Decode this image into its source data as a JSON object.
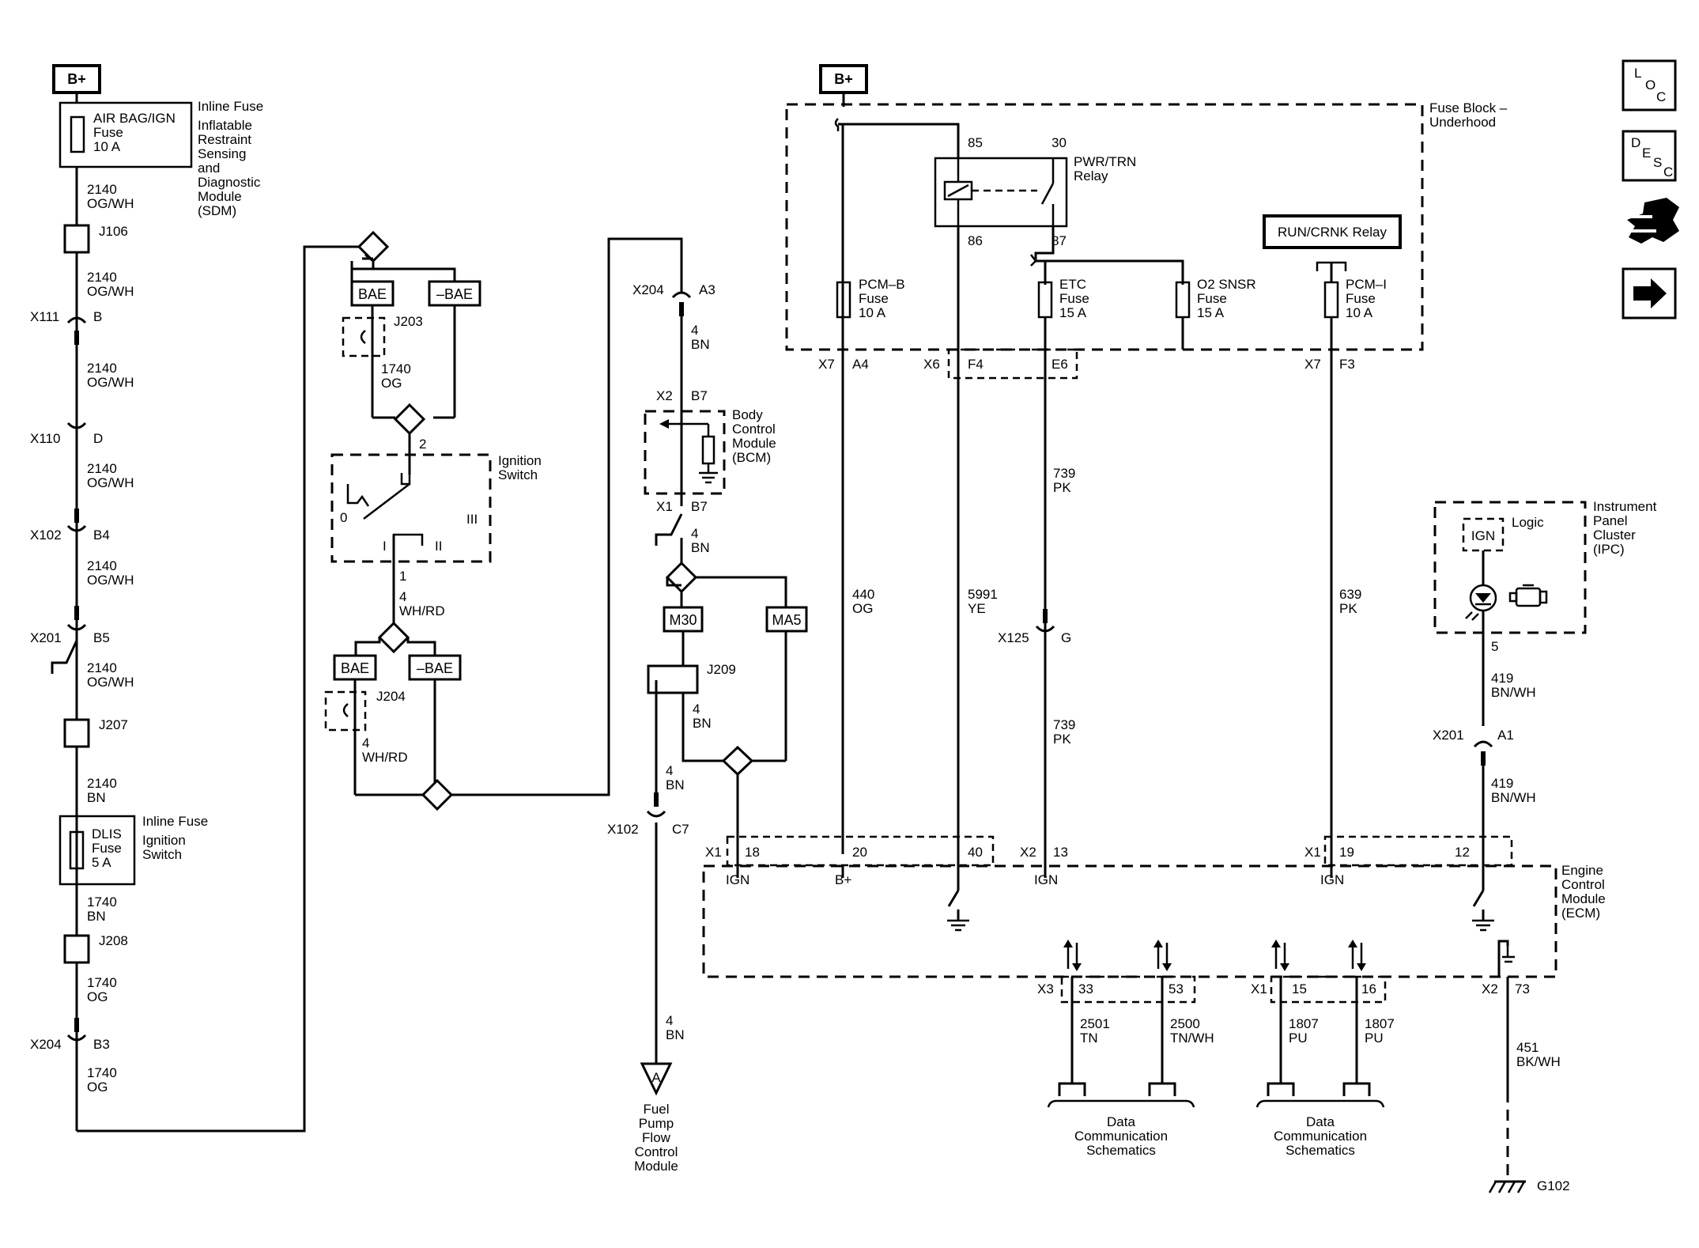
{
  "power": {
    "bplus_left": "B+",
    "bplus_right": "B+"
  },
  "fuses": {
    "airbag": {
      "name": "AIR BAG/IGN",
      "word": "Fuse",
      "rating": "10 A",
      "title": "Inline Fuse",
      "desc": [
        "Inflatable",
        "Restraint",
        "Sensing",
        "and",
        "Diagnostic",
        "Module",
        "(SDM)"
      ]
    },
    "dlis": {
      "name": "DLIS",
      "word": "Fuse",
      "rating": "5 A",
      "title": "Inline Fuse",
      "desc": [
        "Ignition",
        "Switch"
      ]
    },
    "pcmb": {
      "name": "PCM–B",
      "word": "Fuse",
      "rating": "10 A"
    },
    "etc": {
      "name": "ETC",
      "word": "Fuse",
      "rating": "15 A"
    },
    "o2": {
      "name": "O2 SNSR",
      "word": "Fuse",
      "rating": "15 A"
    },
    "pcmi": {
      "name": "PCM–I",
      "word": "Fuse",
      "rating": "10 A"
    }
  },
  "fuse_block": {
    "title": [
      "Fuse Block –",
      "Underhood"
    ]
  },
  "relays": {
    "pwr_trn": {
      "name": [
        "PWR/TRN",
        "Relay"
      ],
      "pin85": "85",
      "pin30": "30",
      "pin86": "86",
      "pin87": "87"
    },
    "run_crnk": "RUN/CRNK Relay"
  },
  "left_wires": [
    {
      "circuit": "2140",
      "color": "OG/WH"
    },
    {
      "circuit": "2140",
      "color": "OG/WH"
    },
    {
      "circuit": "2140",
      "color": "OG/WH"
    },
    {
      "circuit": "2140",
      "color": "OG/WH"
    },
    {
      "circuit": "2140",
      "color": "OG/WH"
    },
    {
      "circuit": "2140",
      "color": "OG/WH"
    },
    {
      "circuit": "2140",
      "color": "BN"
    },
    {
      "circuit": "1740",
      "color": "BN"
    },
    {
      "circuit": "1740",
      "color": "OG"
    },
    {
      "circuit": "1740",
      "color": "OG"
    }
  ],
  "splices": {
    "j106": "J106",
    "j207": "J207",
    "j208": "J208",
    "j203": "J203",
    "j204": "J204",
    "j209": "J209"
  },
  "connectors": {
    "x111": {
      "name": "X111",
      "pin": "B"
    },
    "x110": {
      "name": "X110",
      "pin": "D"
    },
    "x102a": {
      "name": "X102",
      "pin": "B4"
    },
    "x201a": {
      "name": "X201",
      "pin": "B5"
    },
    "x204a": {
      "name": "X204",
      "pin": "B3"
    },
    "x204b": {
      "name": "X204",
      "pin": "A3"
    },
    "x2bcm": {
      "name": "X2",
      "pin": "B7"
    },
    "x1bcm": {
      "name": "X1",
      "pin": "B7"
    },
    "x102b": {
      "name": "X102",
      "pin": "C7"
    },
    "x7a": {
      "name": "X7",
      "pin": "A4"
    },
    "x6": {
      "name": "X6",
      "pin": "F4"
    },
    "e6": {
      "pin": "E6"
    },
    "x7b": {
      "name": "X7",
      "pin": "F3"
    },
    "x125": {
      "name": "X125",
      "pin": "G"
    },
    "x201b": {
      "name": "X201",
      "pin": "A1"
    }
  },
  "options": {
    "bae": "BAE",
    "not_bae": "–BAE",
    "m30": "M30",
    "ma5": "MA5"
  },
  "ignition_switch": {
    "title": [
      "Ignition",
      "Switch"
    ],
    "pos0": "0",
    "pos1": "I",
    "pos2": "II",
    "pos3": "III",
    "pin_in": "2",
    "pin_out": "1"
  },
  "mid_wires": {
    "wh_rd_1": {
      "circuit": "4",
      "color": "WH/RD"
    },
    "wh_rd_2": {
      "circuit": "4",
      "color": "WH/RD"
    },
    "og_j203": {
      "circuit": "1740",
      "color": "OG"
    },
    "bn_a3": {
      "circuit": "4",
      "color": "BN"
    },
    "bn_b7": {
      "circuit": "4",
      "color": "BN"
    },
    "bn_j209": {
      "circuit": "4",
      "color": "BN"
    },
    "bn_c7": {
      "circuit": "4",
      "color": "BN"
    },
    "bn_pump": {
      "circuit": "4",
      "color": "BN"
    }
  },
  "bcm": {
    "title": [
      "Body",
      "Control",
      "Module",
      "(BCM)"
    ]
  },
  "fuel_pump": {
    "symbol": "A",
    "title": [
      "Fuel",
      "Pump",
      "Flow",
      "Control",
      "Module"
    ]
  },
  "right_wires": {
    "og440": {
      "circuit": "440",
      "color": "OG"
    },
    "ye5991": {
      "circuit": "5991",
      "color": "YE"
    },
    "pk739a": {
      "circuit": "739",
      "color": "PK"
    },
    "pk739b": {
      "circuit": "739",
      "color": "PK"
    },
    "pk639": {
      "circuit": "639",
      "color": "PK"
    },
    "bnwh419a": {
      "circuit": "419",
      "color": "BN/WH"
    },
    "bnwh419b": {
      "circuit": "419",
      "color": "BN/WH"
    },
    "tn2501": {
      "circuit": "2501",
      "color": "TN"
    },
    "tnwh2500": {
      "circuit": "2500",
      "color": "TN/WH"
    },
    "pu1807a": {
      "circuit": "1807",
      "color": "PU"
    },
    "pu1807b": {
      "circuit": "1807",
      "color": "PU"
    },
    "bkwh451": {
      "circuit": "451",
      "color": "BK/WH"
    }
  },
  "ipc": {
    "title": [
      "Instrument",
      "Panel",
      "Cluster",
      "(IPC)"
    ],
    "logic": "Logic",
    "ign": "IGN",
    "pin": "5"
  },
  "ecm": {
    "title": [
      "Engine",
      "Control",
      "Module",
      "(ECM)"
    ],
    "pins": [
      "X1",
      "18",
      "20",
      "40",
      "X2",
      "13",
      "X1",
      "19",
      "12"
    ],
    "labels": [
      "IGN",
      "B+",
      "IGN",
      "IGN"
    ],
    "bottom_pins": [
      "X3",
      "33",
      "53",
      "X1",
      "15",
      "16",
      "X2",
      "73"
    ]
  },
  "data_comm": [
    "Data",
    "Communication",
    "Schematics"
  ],
  "ground": "G102",
  "nav_icons": {
    "loc": [
      "L",
      "O",
      "C"
    ],
    "desc": [
      "D",
      "E",
      "S",
      "C"
    ]
  }
}
